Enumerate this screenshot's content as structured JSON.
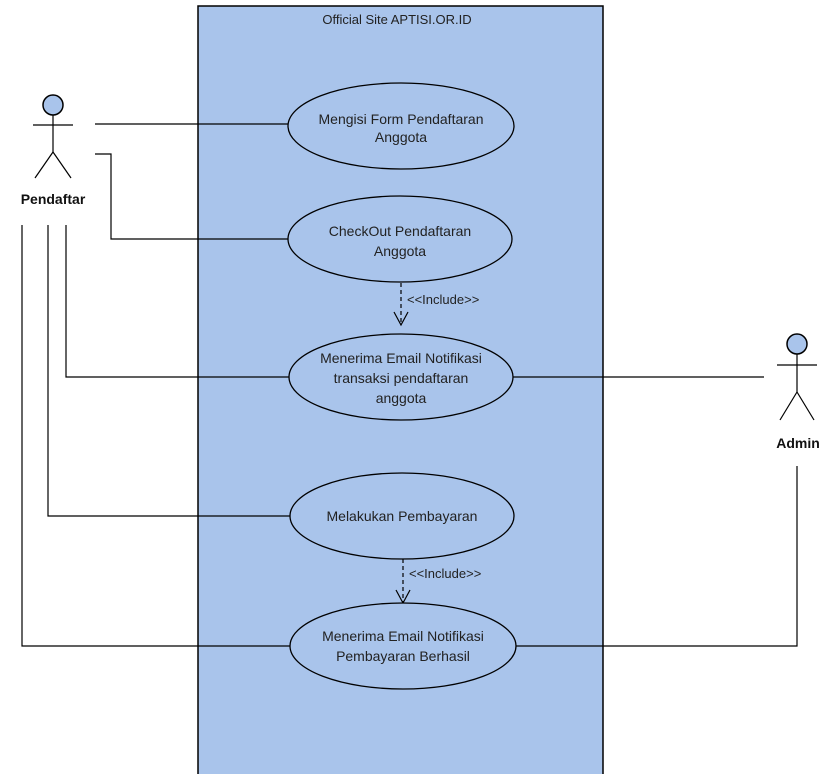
{
  "system": {
    "title": "Official Site APTISI.OR.ID",
    "fill_color": "#a9c4eb"
  },
  "actors": {
    "pendaftar": {
      "label": "Pendaftar"
    },
    "admin": {
      "label": "Admin"
    },
    "head_color": "#a9c4eb"
  },
  "use_cases": {
    "mengisi_form": {
      "line1": "Mengisi Form Pendaftaran",
      "line2": "Anggota"
    },
    "checkout": {
      "line1": "CheckOut Pendaftaran",
      "line2": "Anggota"
    },
    "email_transaksi": {
      "line1": "Menerima Email Notifikasi",
      "line2": "transaksi pendaftaran",
      "line3": "anggota"
    },
    "pembayaran": {
      "line1": "Melakukan Pembayaran"
    },
    "email_pembayaran": {
      "line1": "Menerima Email Notifikasi",
      "line2": "Pembayaran Berhasil"
    }
  },
  "relations": {
    "include_1": "<<Include>>",
    "include_2": "<<Include>>"
  }
}
